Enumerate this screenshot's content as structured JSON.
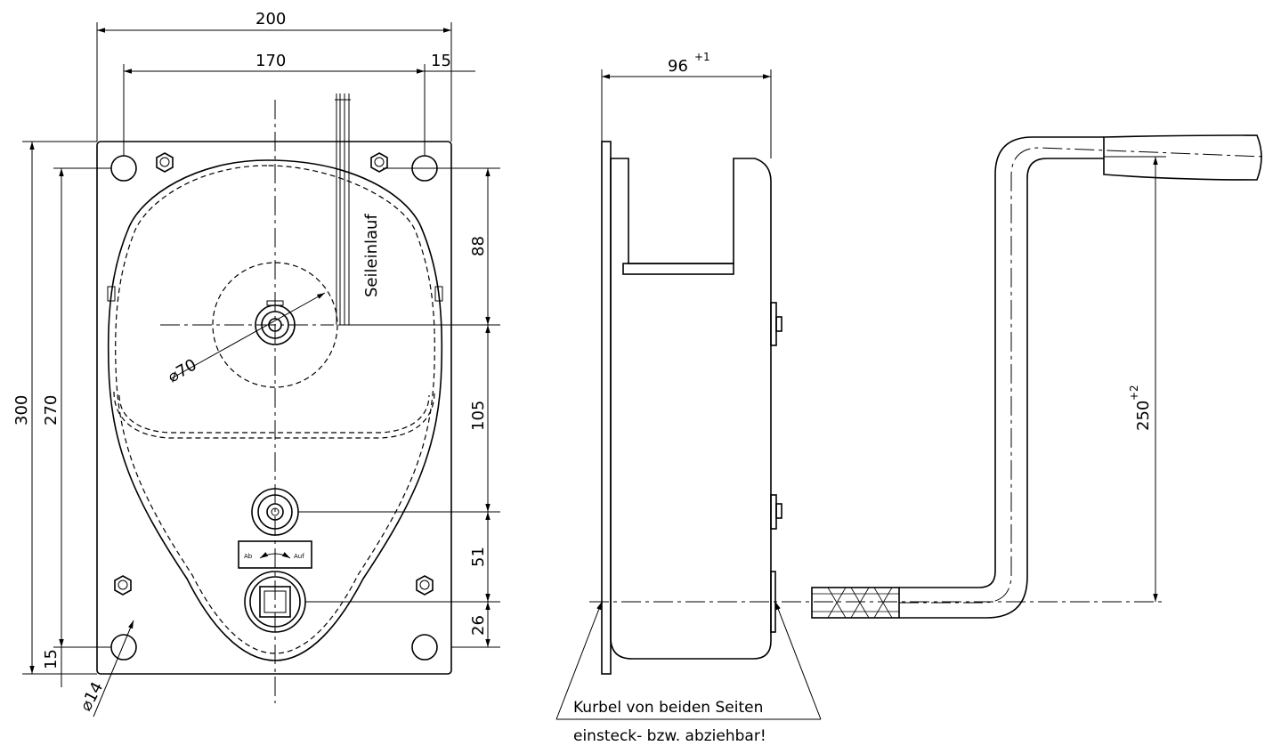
{
  "dimensions": {
    "width_total": "200",
    "hole_spacing_x": "170",
    "edge_offset_right": "15",
    "height_total": "300",
    "hole_spacing_y": "270",
    "edge_offset_bottom": "15",
    "hole_diameter": "⌀14",
    "drum_diameter": "⌀70",
    "depth": "96",
    "depth_tol": "+1",
    "drum_to_top": "88",
    "drum_to_shaft": "105",
    "shaft_to_crank": "51",
    "crank_to_bottom": "26",
    "crank_radius": "250",
    "crank_radius_tol": "+2"
  },
  "labels": {
    "rope_inlet": "Seileinlauf",
    "direction_down": "Ab",
    "direction_up": "Auf"
  },
  "note": {
    "line1": "Kurbel von beiden Seiten",
    "line2": "einsteck- bzw. abziehbar!"
  }
}
